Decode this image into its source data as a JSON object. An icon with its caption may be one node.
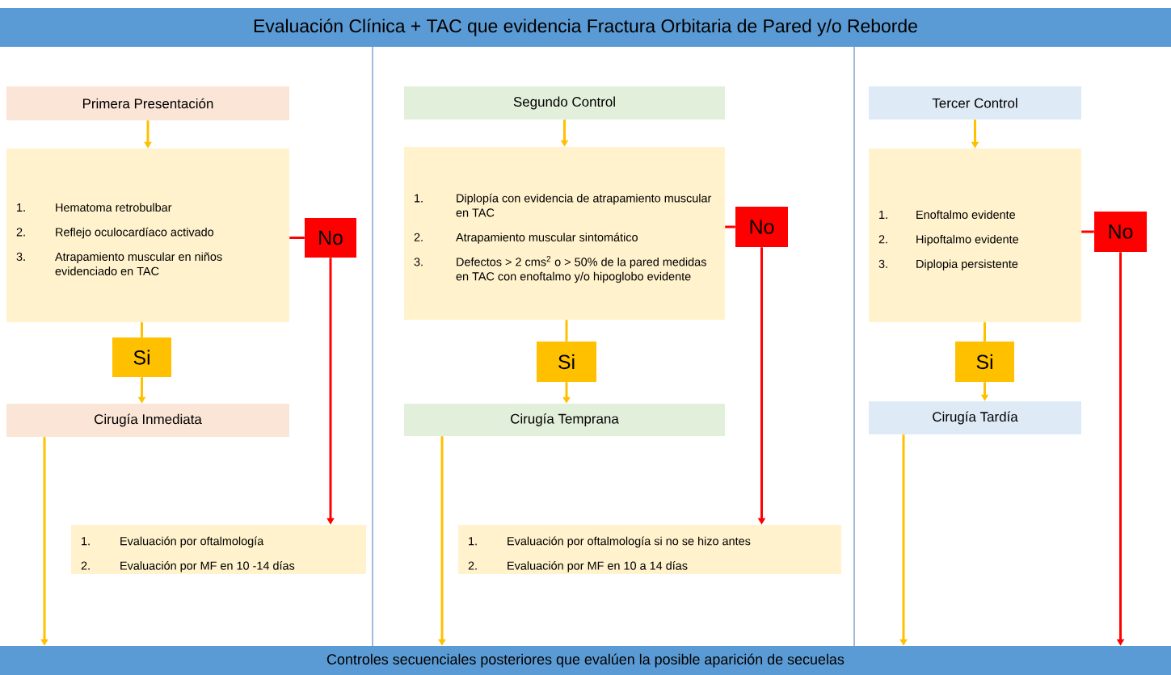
{
  "diagram": {
    "nodes": [
      {
        "text": [
          "Evaluación Clínica + TAC que evidencia Fractura Orbitaria de Pared y/o Reborde"
        ]
      },
      {
        "text": [
          "Primera Presentación"
        ]
      },
      {
        "text": [
          "1.",
          "Hematoma retrobulbar",
          "2.",
          "Reflejo oculocardíaco activado",
          "3.",
          "Atrapamiento muscular en niños evidenciado en TAC"
        ]
      },
      {
        "text": [
          "No"
        ]
      },
      {
        "text": [
          "Si"
        ]
      },
      {
        "text": [
          "Cirugía  Inmediata"
        ]
      },
      {
        "text": [
          "1.",
          "Evaluación por oftalmología",
          "2.",
          "Evaluación por MF en 10 -14 días"
        ]
      },
      {
        "text": [
          "Segundo Control"
        ]
      },
      {
        "text": [
          "1.",
          "Diplopía con evidencia de atrapamiento muscular en TAC",
          "2.",
          "Atrapamiento muscular sintomático",
          "3.",
          "Defectos > 2 cms$^{2}$  o > 50% de la pared medidas en TAC con enoftalmo y/o hipoglobo evidente"
        ]
      },
      {
        "text": [
          "No"
        ]
      },
      {
        "text": [
          "Si"
        ]
      },
      {
        "text": [
          "Cirugía Temprana"
        ]
      },
      {
        "text": [
          "1.",
          "Evaluación por oftalmología si no se hizo antes",
          "2.",
          "Evaluación por MF en 10 a 14 días"
        ]
      },
      {
        "text": [
          "Tercer Control"
        ]
      },
      {
        "text": [
          "1.",
          "Enoftalmo evidente",
          "2.",
          "Hipoftalmo evidente",
          "3.",
          "Diplopia persistente"
        ]
      },
      {
        "text": [
          "No"
        ]
      },
      {
        "text": [
          "Si"
        ]
      },
      {
        "text": [
          "Cirugía  Tardía"
        ]
      },
      {
        "text": [
          "Controles secuenciales posteriores que evalúen la posible aparición de secuelas"
        ]
      }
    ],
    "edges": [
      {
        "from": 1,
        "to": 2,
        "arrow": "to"
      },
      {
        "from": 2,
        "to": 4,
        "arrow": "none"
      },
      {
        "from": 4,
        "to": 5,
        "arrow": "to"
      },
      {
        "from": 2,
        "to": 3,
        "arrow": "none",
        "color": "#ff0000"
      },
      {
        "from": 3,
        "to": 6,
        "arrow": "to",
        "color": "#ff0000"
      },
      {
        "from": 5,
        "to": 18,
        "arrow": "to"
      },
      {
        "from": 7,
        "to": 8,
        "arrow": "to"
      },
      {
        "from": 8,
        "to": 10,
        "arrow": "none"
      },
      {
        "from": 10,
        "to": 11,
        "arrow": "to"
      },
      {
        "from": 8,
        "to": 9,
        "arrow": "none",
        "color": "#ff0000"
      },
      {
        "from": 9,
        "to": 12,
        "arrow": "to",
        "color": "#ff0000"
      },
      {
        "from": 11,
        "to": 18,
        "arrow": "to"
      },
      {
        "from": 13,
        "to": 14,
        "arrow": "to"
      },
      {
        "from": 14,
        "to": 16,
        "arrow": "none"
      },
      {
        "from": 16,
        "to": 17,
        "arrow": "to"
      },
      {
        "from": 14,
        "to": 15,
        "arrow": "none",
        "color": "#ff0000"
      },
      {
        "from": 15,
        "to": 18,
        "arrow": "to",
        "color": "#ff0000"
      },
      {
        "from": 17,
        "to": 18,
        "arrow": "to"
      }
    ]
  }
}
